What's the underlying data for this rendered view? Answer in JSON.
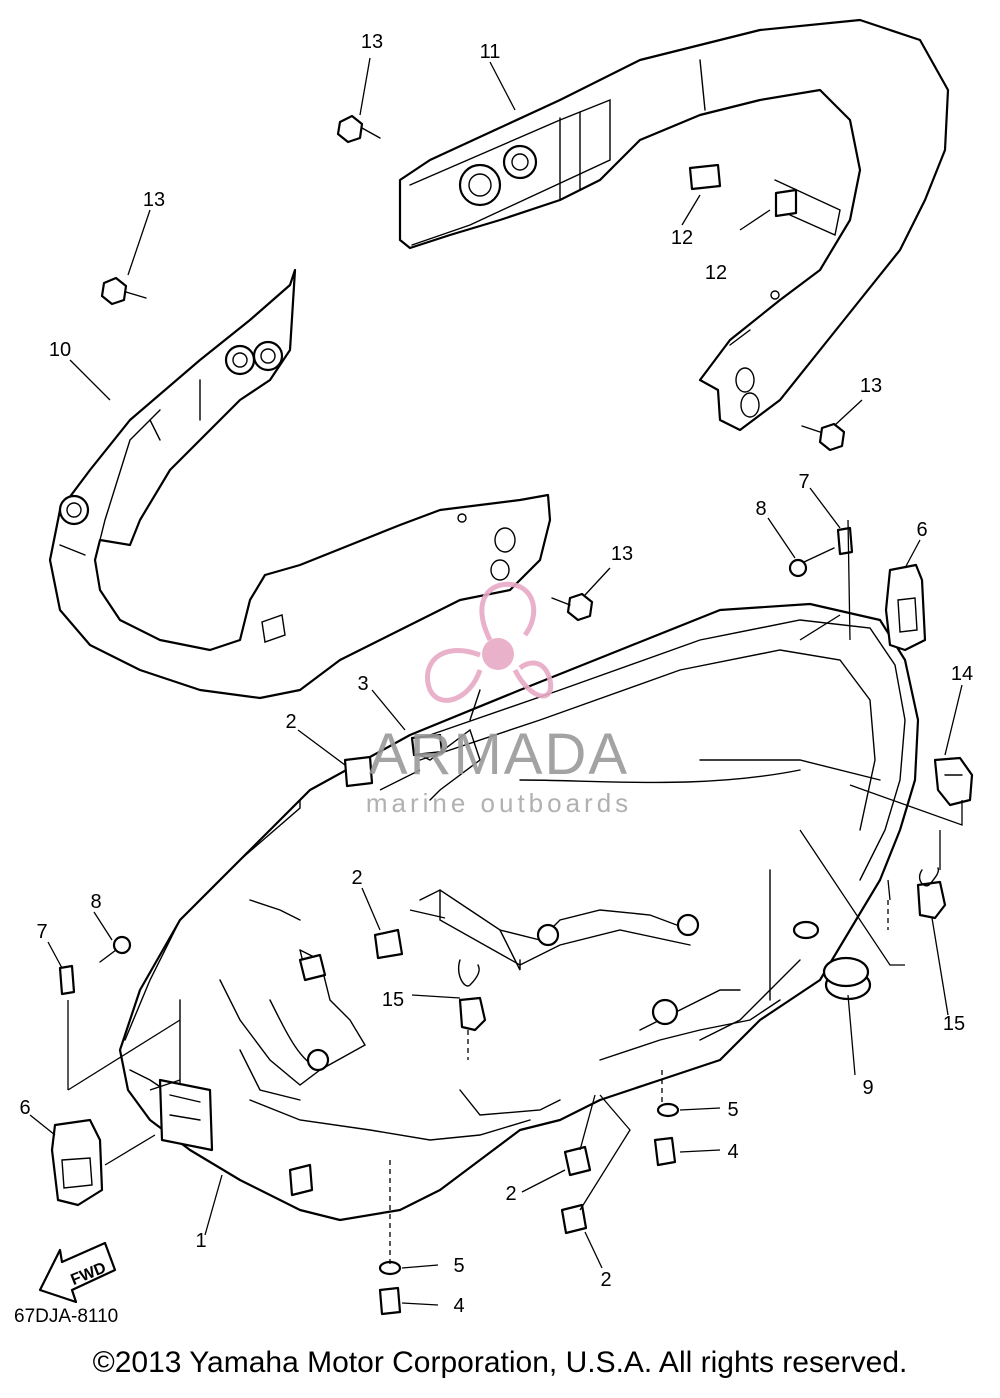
{
  "diagram": {
    "code": "67DJA-8110",
    "copyright": "©2013 Yamaha Motor Corporation, U.S.A. All rights reserved.",
    "fwd_label": "FWD",
    "callouts": [
      "1",
      "2",
      "2",
      "2",
      "2",
      "3",
      "4",
      "4",
      "5",
      "5",
      "6",
      "6",
      "7",
      "7",
      "8",
      "8",
      "9",
      "10",
      "11",
      "12",
      "12",
      "13",
      "13",
      "13",
      "13",
      "14",
      "15",
      "15"
    ]
  },
  "watermark": {
    "brand": "ARMADA",
    "tagline": "marine outboards",
    "colors": {
      "logo": "#e8a9c6",
      "text": "#a9a9a9"
    }
  }
}
